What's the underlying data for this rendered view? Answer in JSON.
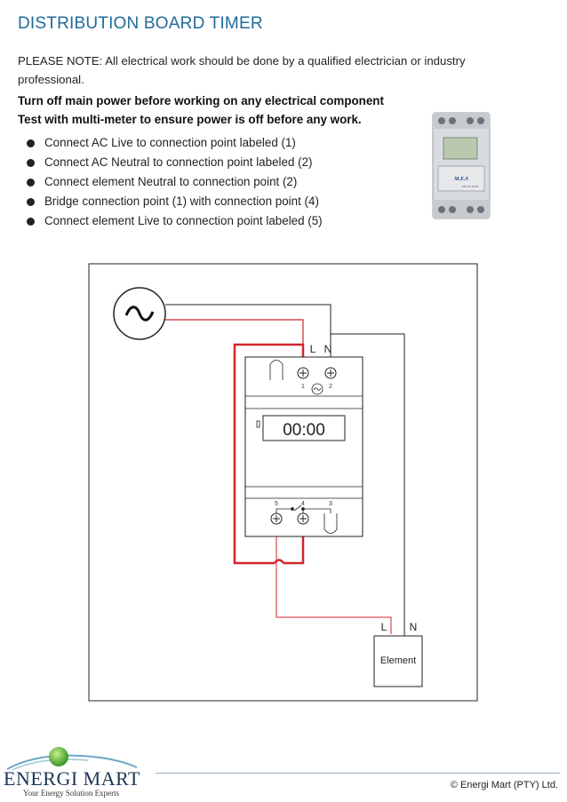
{
  "header": {
    "title": "DISTRIBUTION BOARD TIMER"
  },
  "notice": {
    "text": "PLEASE NOTE: All electrical work should be done by a qualified electrician or industry professional.",
    "warning1": "Turn off main power before working on any electrical component",
    "warning2": "Test with multi-meter to ensure power is off before any work."
  },
  "steps": [
    "Connect AC Live to connection point labeled (1)",
    "Connect AC Neutral to connection point labeled (2)",
    "Connect element Neutral to connection point (2)",
    "Bridge connection point (1) with connection point (4)",
    "Connect element Live to connection point labeled (5)"
  ],
  "product_photo": {
    "brand": "M.E.S",
    "model": "KW-TS-107W"
  },
  "diagram": {
    "mains_symbol": "~",
    "supply_labels": {
      "live": "L",
      "neutral": "N"
    },
    "terminals_top": [
      "1",
      "2"
    ],
    "terminals_bottom": [
      "5",
      "4",
      "3"
    ],
    "display": "00:00",
    "element_label": "Element",
    "element_labels": {
      "live": "L",
      "neutral": "N"
    },
    "colors": {
      "live_wire": "#d0262b",
      "neutral_wire": "#222222"
    }
  },
  "footer": {
    "brand": "ENERGI MART",
    "tagline": "Your Energy Solution Experts",
    "copyright": "© Energi Mart (PTY) Ltd."
  }
}
